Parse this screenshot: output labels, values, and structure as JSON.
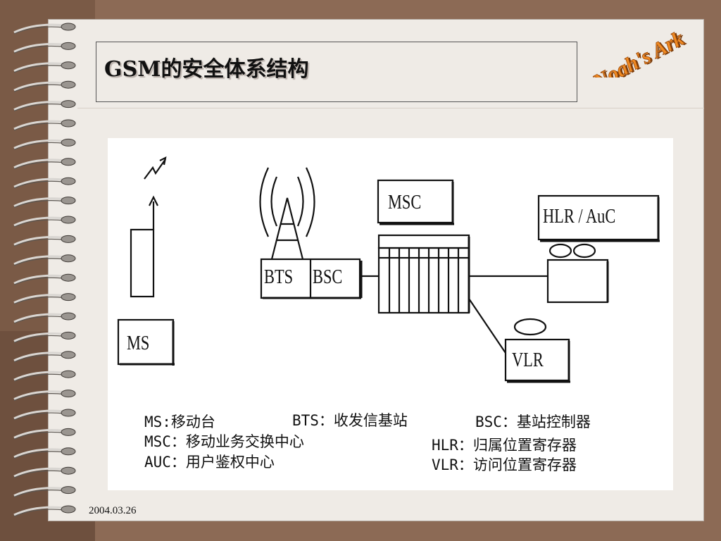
{
  "slide": {
    "title": "GSM的安全体系结构",
    "date": "2004.03.26",
    "logo_text": "Noah's Ark"
  },
  "diagram": {
    "labels": {
      "ms": "MS",
      "bts": "BTS",
      "bsc": "BSC",
      "msc": "MSC",
      "hlr_auc": "HLR / AuC",
      "vlr": "VLR"
    },
    "legend": {
      "ms": "MS:移动台",
      "bts": "BTS：收发信基站",
      "bsc": "BSC：基站控制器",
      "msc": "MSC：移动业务交换中心",
      "hlr": "HLR：归属位置寄存器",
      "auc": "AUC：用户鉴权中心",
      "vlr": "VLR：访问位置寄存器"
    }
  },
  "colors": {
    "frame_brown": "#8c6a55",
    "slide_bg": "#efebe6",
    "logo_orange": "#e07a1a"
  }
}
